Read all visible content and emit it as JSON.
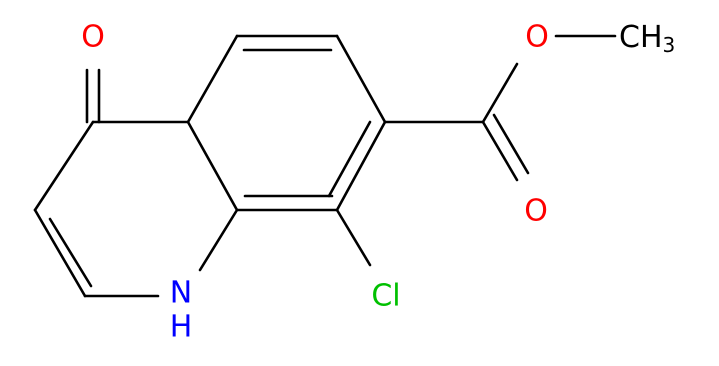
{
  "molecule": {
    "atoms": {
      "o_ketone": {
        "text": "O",
        "color": "#ff0000"
      },
      "o_ether": {
        "text": "O",
        "color": "#ff0000"
      },
      "o_carbonyl": {
        "text": "O",
        "color": "#ff0000"
      },
      "methyl": {
        "text": "CH",
        "sub": "3",
        "color": "#000000"
      },
      "nitrogen": {
        "text": "N",
        "color": "#0000ff"
      },
      "hydrogen": {
        "text": "H",
        "color": "#0000ff"
      },
      "chlorine": {
        "text": "Cl",
        "color": "#00c000"
      }
    }
  }
}
